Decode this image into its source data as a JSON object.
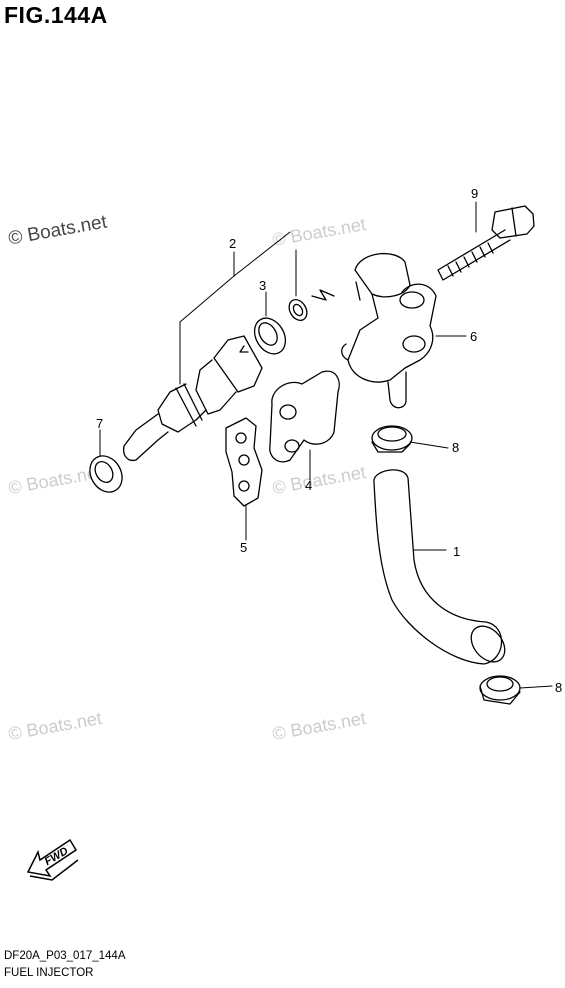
{
  "figure": {
    "title": "FIG.144A",
    "code": "DF20A_P03_017_144A",
    "caption": "FUEL INJECTOR"
  },
  "watermark": {
    "text": "© Boats.net"
  },
  "callouts": [
    "1",
    "2",
    "3",
    "4",
    "5",
    "6",
    "7",
    "8",
    "8",
    "9"
  ],
  "fwd": {
    "label": "FWD"
  }
}
